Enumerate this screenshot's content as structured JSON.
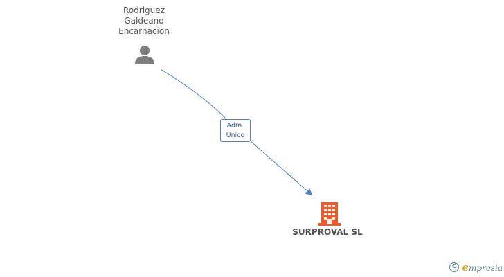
{
  "person": {
    "name_lines": [
      "Rodriguez",
      "Galdeano",
      "Encarnacion"
    ],
    "icon": "person-icon"
  },
  "relation": {
    "role_lines": [
      "Adm.",
      "Unico"
    ],
    "line_color": "#4a7fc9"
  },
  "company": {
    "name": "SURPROVAL SL",
    "icon": "building-icon",
    "icon_color": "#f25a2a"
  },
  "footer": {
    "copyright_symbol": "C",
    "brand_first_letter": "e",
    "brand_rest": "mpresia"
  }
}
